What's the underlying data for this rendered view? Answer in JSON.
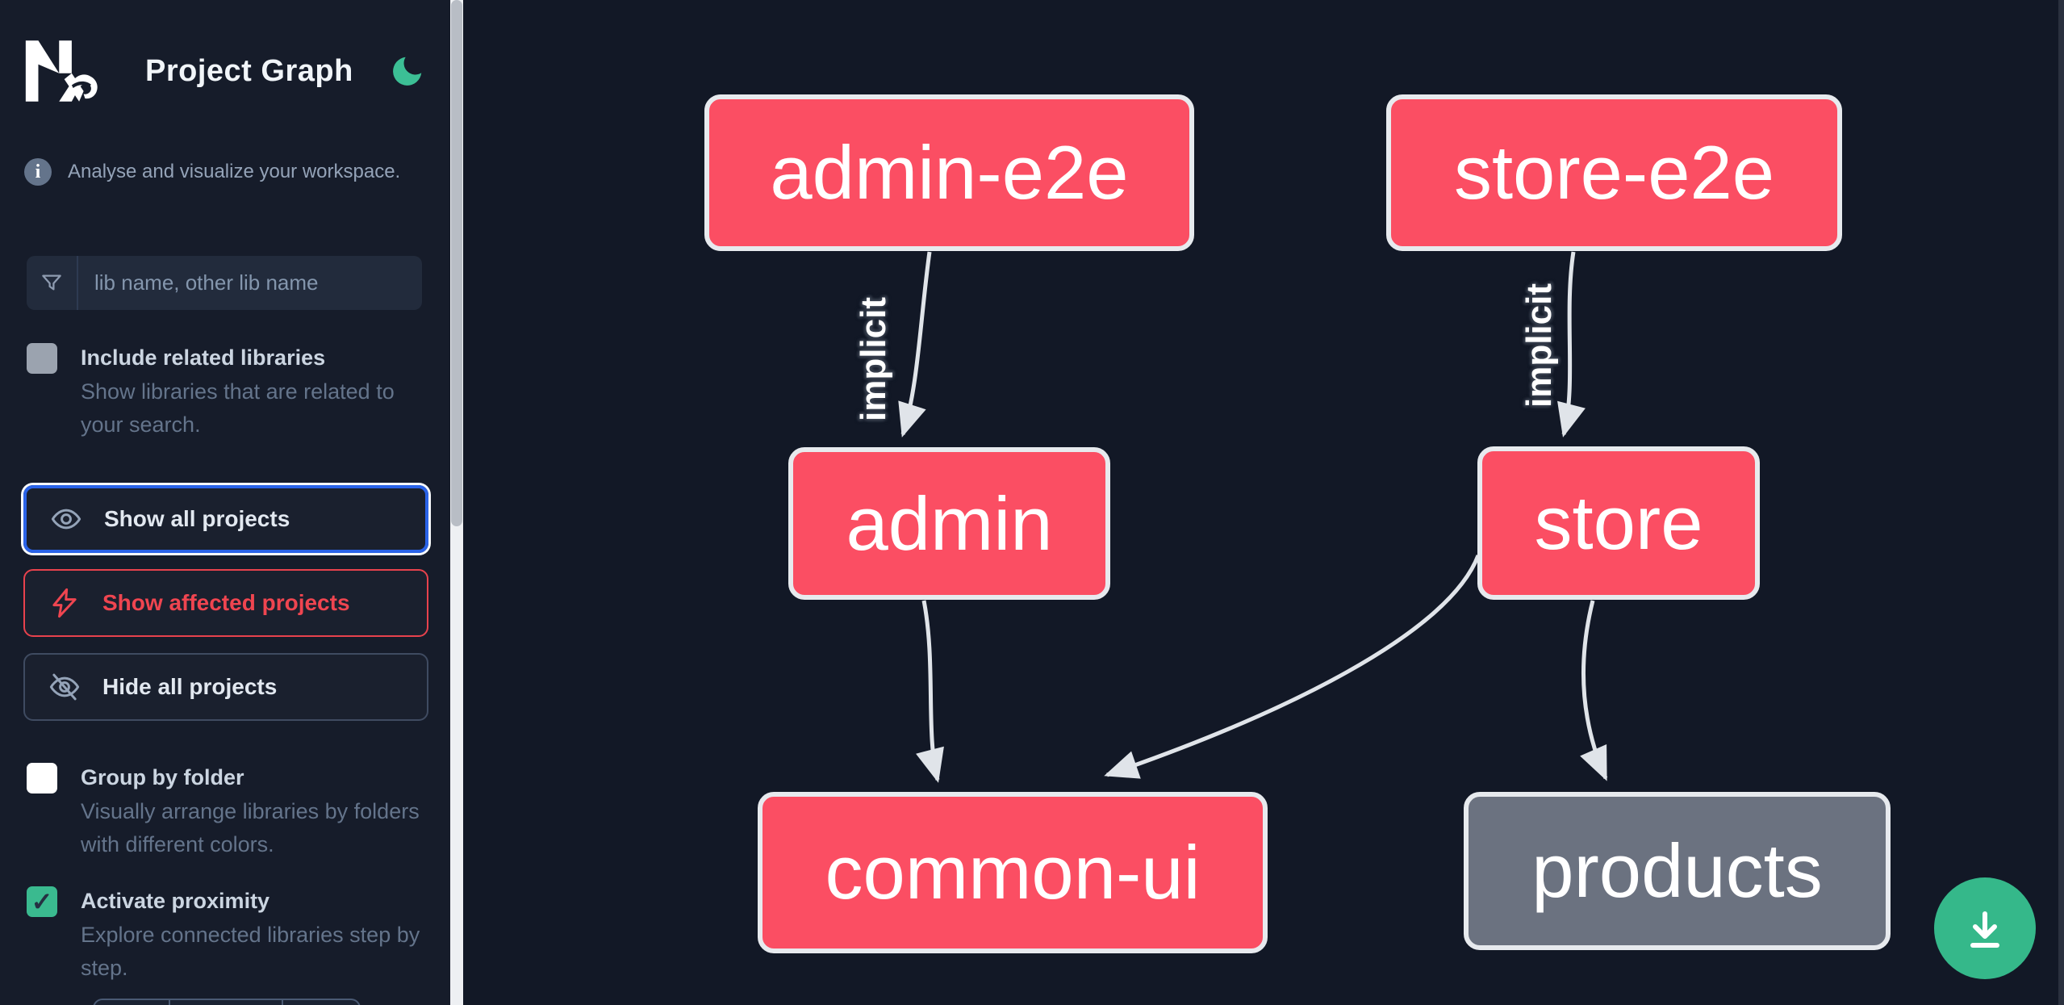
{
  "header": {
    "app_title": "Project Graph",
    "logo": "nx-logo",
    "theme_toggle_icon": "moon-icon"
  },
  "sidebar": {
    "info_text": "Analyse and visualize your workspace.",
    "search": {
      "placeholder": "lib name, other lib name",
      "value": "",
      "icon": "filter-funnel-icon"
    },
    "checkboxes": [
      {
        "label": "Include related libraries",
        "description": "Show libraries that are related to your search.",
        "checked": false,
        "disabled": true
      },
      {
        "label": "Group by folder",
        "description": "Visually arrange libraries by folders with different colors.",
        "checked": false,
        "disabled": false
      },
      {
        "label": "Activate proximity",
        "description": "Explore connected libraries step by step.",
        "checked": true,
        "disabled": false
      }
    ],
    "buttons": [
      {
        "label": "Show all projects",
        "icon": "eye-icon",
        "state": "focused"
      },
      {
        "label": "Show affected projects",
        "icon": "lightning-bolt-icon",
        "variant": "affected"
      },
      {
        "label": "Hide all projects",
        "icon": "eye-off-icon",
        "variant": "default"
      }
    ]
  },
  "graph": {
    "nodes": [
      {
        "id": "admin-e2e",
        "label": "admin-e2e",
        "color": "pink"
      },
      {
        "id": "store-e2e",
        "label": "store-e2e",
        "color": "pink"
      },
      {
        "id": "admin",
        "label": "admin",
        "color": "pink"
      },
      {
        "id": "store",
        "label": "store",
        "color": "pink"
      },
      {
        "id": "common-ui",
        "label": "common-ui",
        "color": "pink"
      },
      {
        "id": "products",
        "label": "products",
        "color": "gray"
      }
    ],
    "edges": [
      {
        "source": "admin-e2e",
        "target": "admin",
        "label": "implicit"
      },
      {
        "source": "store-e2e",
        "target": "store",
        "label": "implicit"
      },
      {
        "source": "admin",
        "target": "common-ui",
        "label": ""
      },
      {
        "source": "store",
        "target": "common-ui",
        "label": ""
      },
      {
        "source": "store",
        "target": "products",
        "label": ""
      }
    ]
  },
  "fab": {
    "icon": "download-icon"
  },
  "colors": {
    "canvas_bg": "#121826",
    "sidebar_bg": "#161c2a",
    "node_pink": "#fb4e63",
    "node_gray": "#6b7280",
    "node_border": "#e7eaee",
    "edge": "#e0e4e9",
    "accent_green": "#35b88a",
    "moon_green": "#3cbf95",
    "checkbox_green": "#3aba8f",
    "focus_blue": "#2a63e8",
    "affected_red": "#ef4550",
    "text_primary": "#f1f5f9",
    "text_muted": "#64748b"
  }
}
